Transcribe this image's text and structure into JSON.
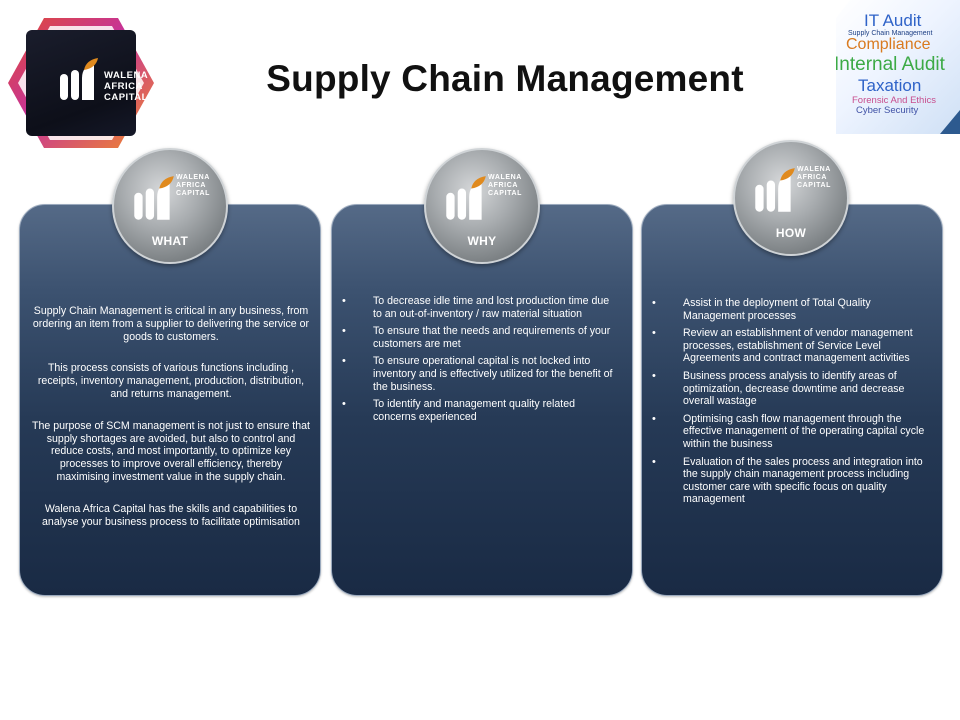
{
  "page": {
    "title": "Supply Chain Management"
  },
  "logo": {
    "name": [
      "WALENA",
      "AFRICA",
      "CAPITAL"
    ],
    "icon": "walena-logo-mark",
    "colors": {
      "mark_white": "#ffffff",
      "mark_orange": "#e08a1e",
      "background": "#0f1220",
      "frame": "#e14b33"
    }
  },
  "word_cloud": {
    "words": [
      "IT Audit",
      "Supply Chain Management",
      "Compliance",
      "Internal Audit",
      "Taxation",
      "Forensic And Ethics",
      "Cyber Security"
    ]
  },
  "cards": {
    "what": {
      "label": "WHAT",
      "paragraphs": [
        "Supply Chain Management is critical in any business, from ordering an item from a supplier to delivering the service or goods to customers.",
        "This process consists of various functions including , receipts, inventory management, production, distribution, and returns management.",
        "The purpose of SCM management is not just to ensure that supply shortages are avoided, but also to control and reduce costs, and most importantly, to optimize key processes to improve overall efficiency, thereby maximising investment value in the supply chain.",
        "Walena Africa Capital has the skills and capabilities to analyse your business process to facilitate optimisation"
      ]
    },
    "why": {
      "label": "WHY",
      "bullets": [
        "To decrease idle time and lost production time due to an out-of-inventory / raw material situation",
        "To ensure that the needs and requirements of your customers are met",
        "To ensure operational capital is not locked into inventory and is effectively utilized for the benefit of the business.",
        "To identify and management quality related concerns experienced"
      ]
    },
    "how": {
      "label": "HOW",
      "bullets": [
        "Assist in the deployment of Total Quality Management processes",
        "Review an establishment of vendor management processes, establishment of Service Level Agreements and contract management activities",
        "Business process analysis to identify areas of optimization, decrease downtime and decrease overall wastage",
        "Optimising cash flow management through the effective management of the operating capital cycle within the business",
        "Evaluation of the sales process and integration into the supply chain management process including customer care with specific focus on quality management"
      ]
    }
  },
  "colors": {
    "card_top": "#556a87",
    "card_bottom": "#192a44",
    "title_text": "#111111"
  }
}
